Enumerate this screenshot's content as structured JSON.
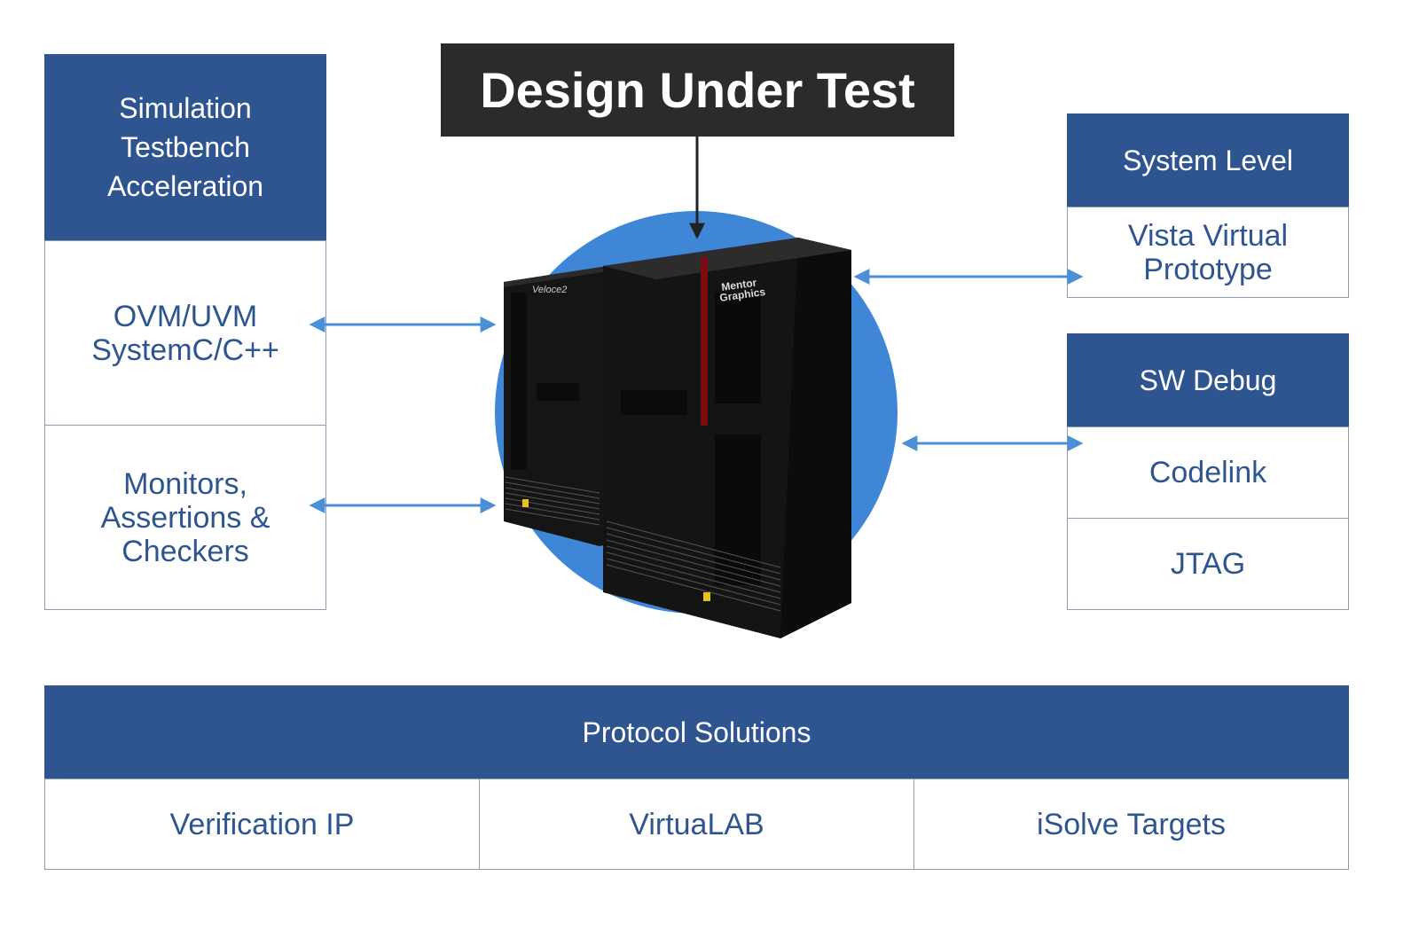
{
  "title": "Design Under Test",
  "left_column": {
    "header": "Simulation\nTestbench\nAcceleration",
    "cells": [
      "OVM/UVM\nSystemC/C++",
      "Monitors,\nAssertions &\nCheckers"
    ]
  },
  "system_level": {
    "header": "System Level",
    "cells": [
      "Vista Virtual\nPrototype"
    ]
  },
  "sw_debug": {
    "header": "SW Debug",
    "cells": [
      "Codelink",
      "JTAG"
    ]
  },
  "protocol": {
    "header": "Protocol Solutions",
    "cells": [
      "Verification IP",
      "VirtuaLAB",
      "iSolve Targets"
    ]
  },
  "hardware": {
    "left_badge": "Veloce2",
    "right_badge": "Mentor\nGraphics"
  },
  "colors": {
    "header_blue": "#2e5590",
    "arrow_blue": "#4a8fd8",
    "circle_blue": "#3f86d6",
    "dut_bg": "#2b2b2b"
  }
}
